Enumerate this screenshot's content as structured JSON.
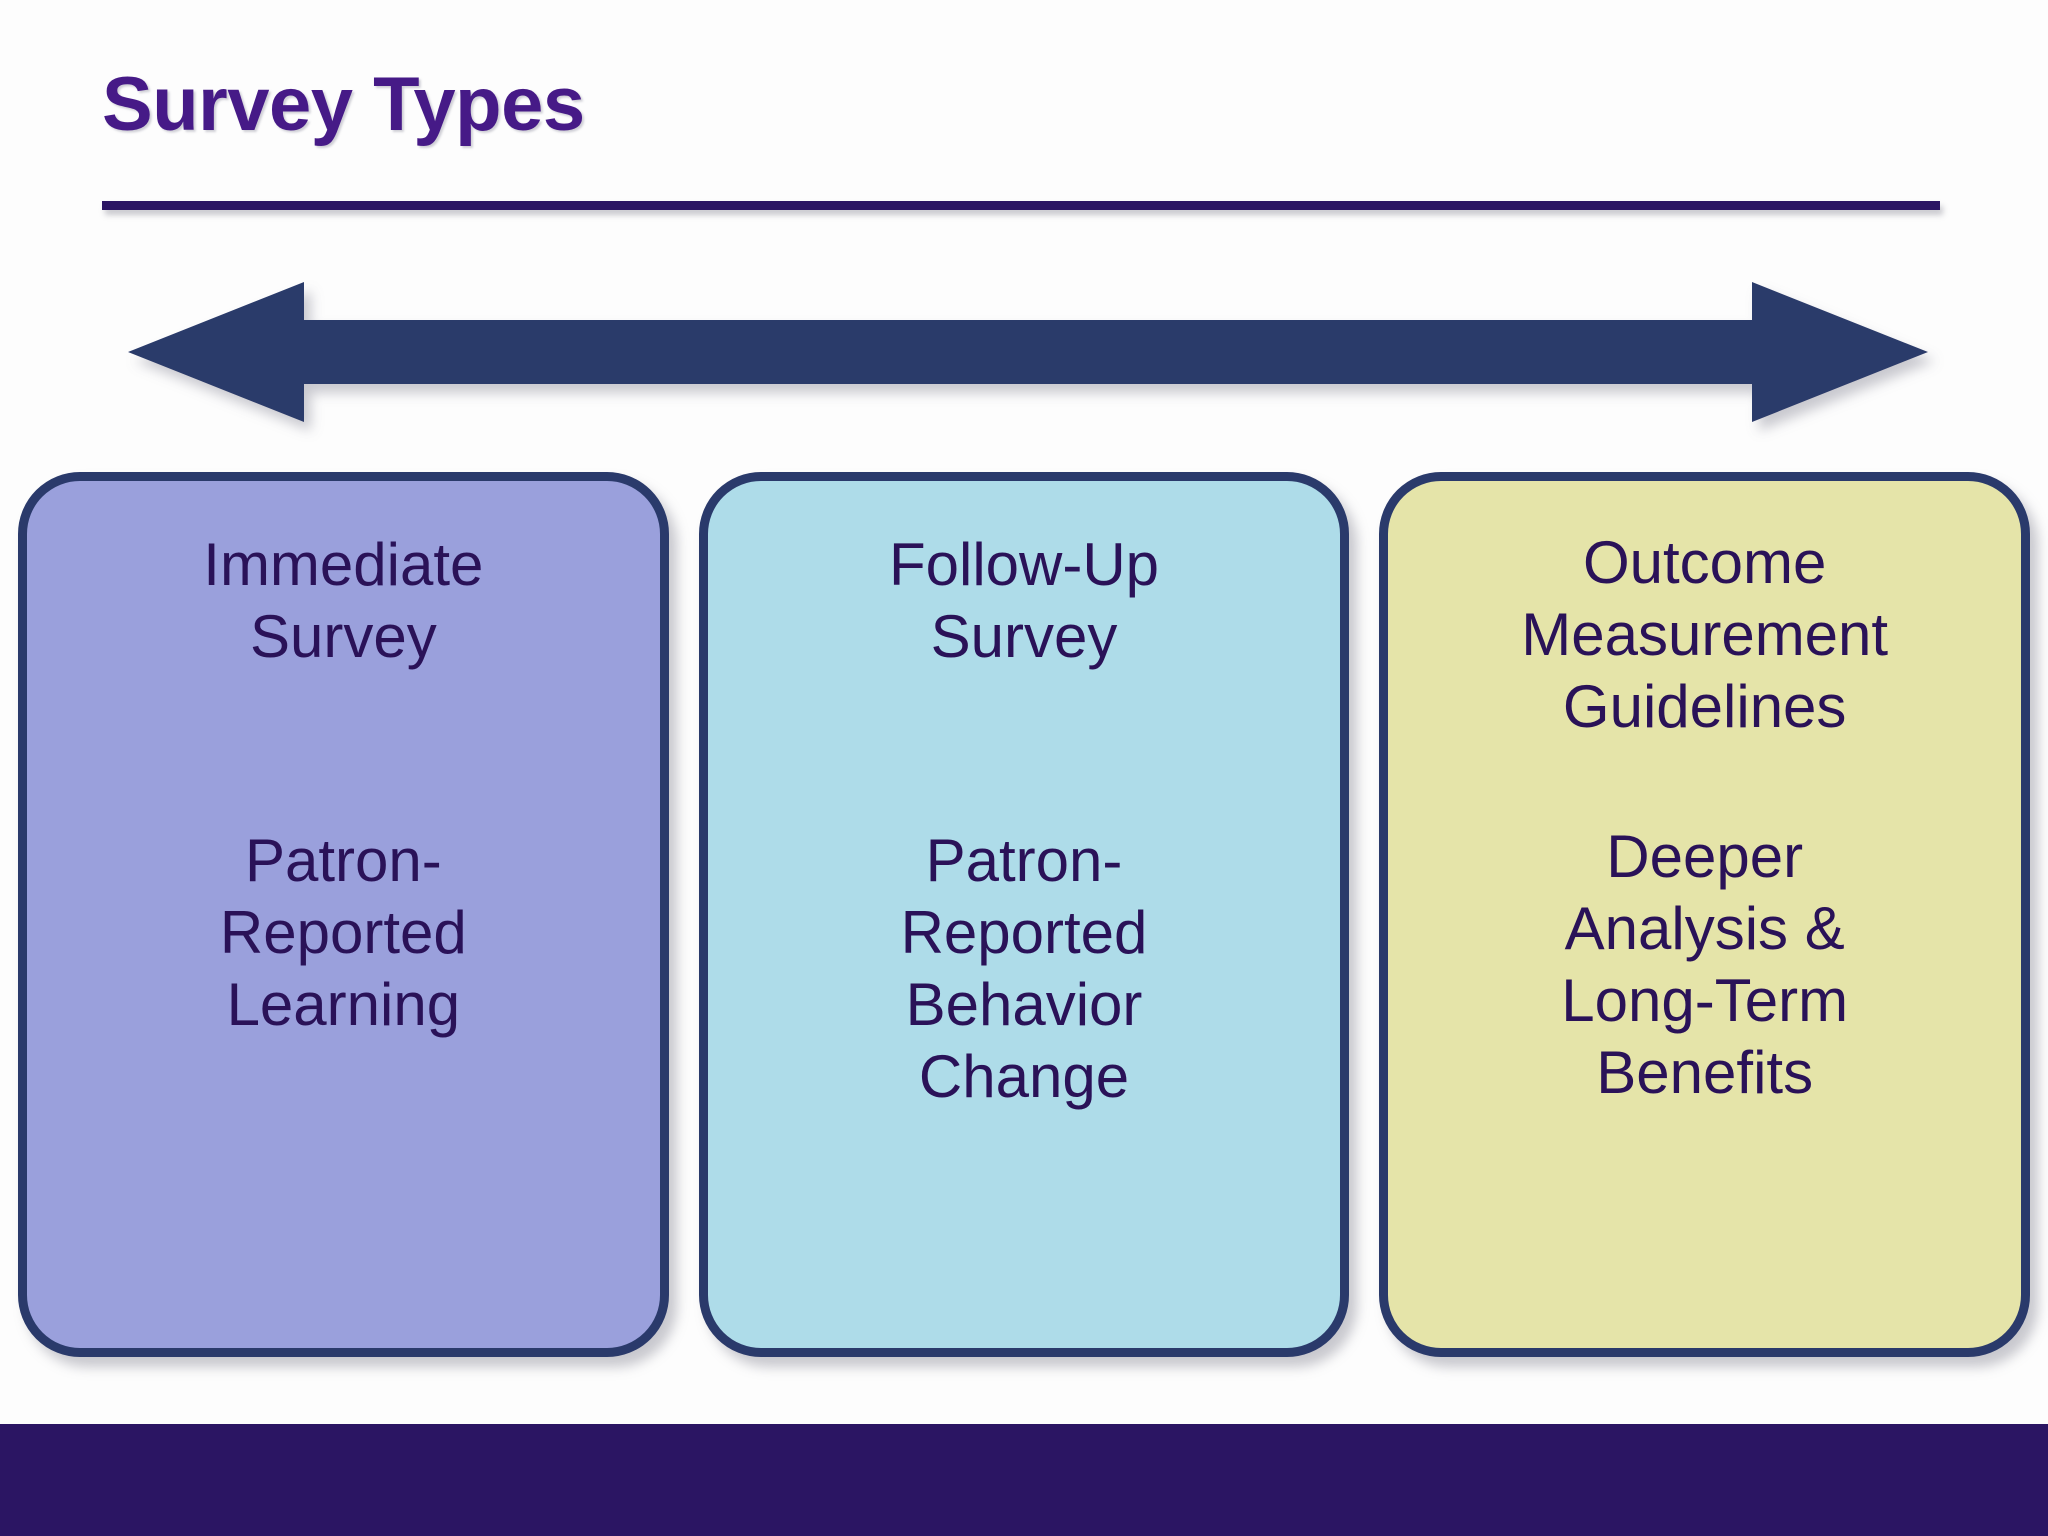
{
  "slide": {
    "title": "Survey Types",
    "colors": {
      "title_purple": "#461A87",
      "rule_purple": "#2B1563",
      "arrow_navy": "#2A3A6B",
      "box_border_navy": "#2A3A6B",
      "box_text_purple": "#2A1258",
      "box_fill_purple": "#9AA0DC",
      "box_fill_blue": "#AEDCE9",
      "box_fill_yellow": "#E5E4A9",
      "footer_purple": "#2B1563",
      "background": "#FFFFFF"
    }
  },
  "arrow": {
    "name": "double-headed-horizontal-arrow",
    "direction": "left-right"
  },
  "boxes": [
    {
      "id": "immediate-survey",
      "fill": "#9AA0DC",
      "heading": "Immediate\nSurvey",
      "sub": "Patron-\nReported\nLearning"
    },
    {
      "id": "follow-up-survey",
      "fill": "#AEDCE9",
      "heading": "Follow-Up\nSurvey",
      "sub": "Patron-\nReported\nBehavior\nChange"
    },
    {
      "id": "outcome-measurement-guidelines",
      "fill": "#E5E4A9",
      "heading": "Outcome\nMeasurement\nGuidelines",
      "sub": "Deeper\nAnalysis &\nLong-Term\nBenefits"
    }
  ],
  "footer": {
    "label": ""
  }
}
